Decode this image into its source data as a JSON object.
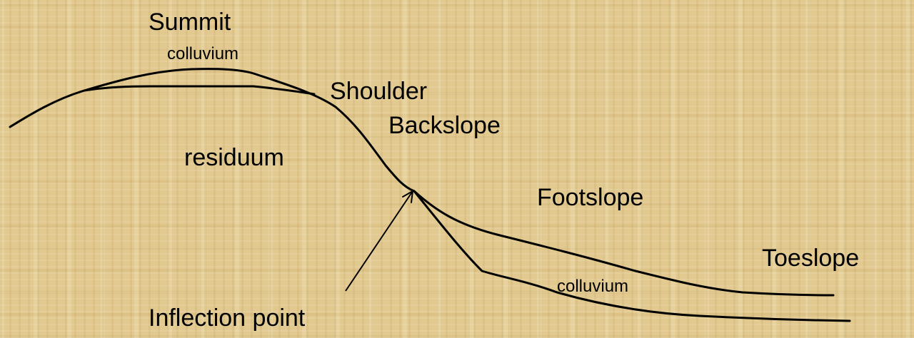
{
  "labels": {
    "summit": "Summit",
    "colluvium_top": "colluvium",
    "shoulder": "Shoulder",
    "backslope": "Backslope",
    "residuum": "residuum",
    "footslope": "Footslope",
    "toeslope": "Toeslope",
    "colluvium_bottom": "colluvium",
    "inflection_point": "Inflection point"
  },
  "colors": {
    "background": "#e2c98f",
    "ink": "#000000"
  }
}
